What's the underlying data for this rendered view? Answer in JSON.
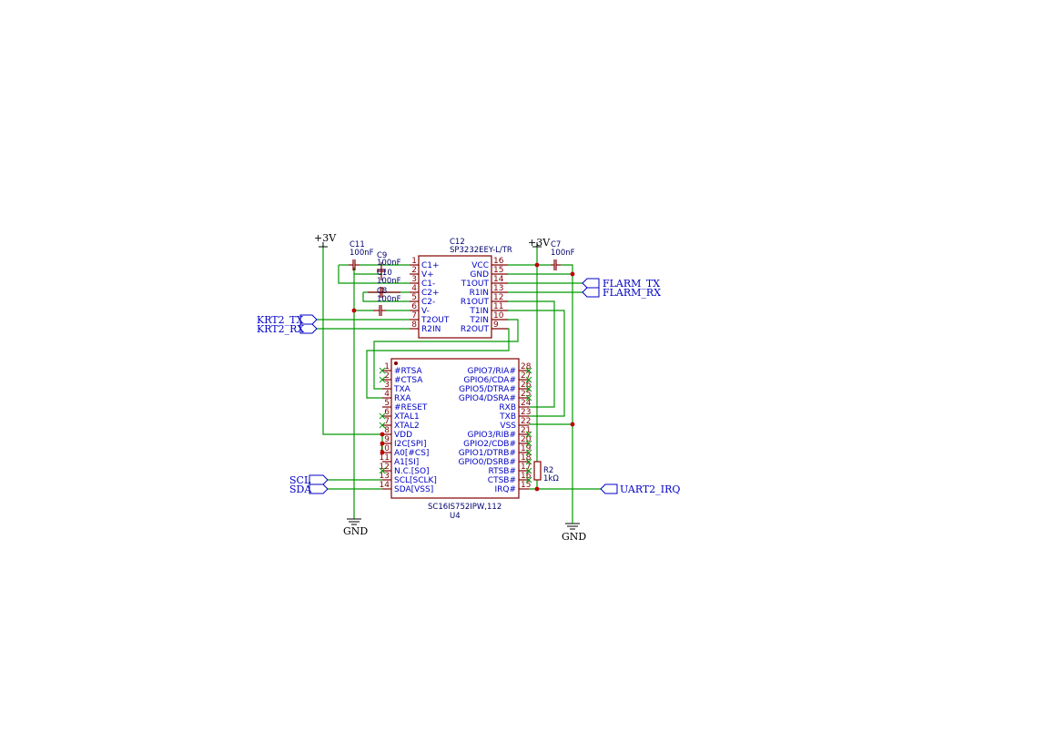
{
  "power": {
    "vcc": "+3V",
    "gnd": "GND"
  },
  "global_labels": {
    "flarm_tx": "FLARM_TX",
    "flarm_rx": "FLARM_RX",
    "krt2_tx": "KRT2_TX",
    "krt2_rx": "KRT2_RX",
    "scl": "SCL",
    "sda": "SDA",
    "uart2_irq": "UART2_IRQ"
  },
  "components": {
    "c11": {
      "ref": "C11",
      "value": "100nF"
    },
    "c9": {
      "ref": "C9",
      "value": "100nF"
    },
    "c10": {
      "ref": "C10",
      "value": "100nF"
    },
    "c8": {
      "ref": "C8",
      "value": "100nF"
    },
    "c7": {
      "ref": "C7",
      "value": "100nF"
    },
    "r2": {
      "ref": "R2",
      "value": "1kΩ"
    }
  },
  "c12": {
    "ref": "C12",
    "value": "SP3232EEY-L/TR",
    "left_pins": [
      {
        "num": "1",
        "name": "C1+"
      },
      {
        "num": "2",
        "name": "V+"
      },
      {
        "num": "3",
        "name": "C1-"
      },
      {
        "num": "4",
        "name": "C2+"
      },
      {
        "num": "5",
        "name": "C2-"
      },
      {
        "num": "6",
        "name": "V-"
      },
      {
        "num": "7",
        "name": "T2OUT"
      },
      {
        "num": "8",
        "name": "R2IN"
      }
    ],
    "right_pins": [
      {
        "num": "16",
        "name": "VCC"
      },
      {
        "num": "15",
        "name": "GND"
      },
      {
        "num": "14",
        "name": "T1OUT"
      },
      {
        "num": "13",
        "name": "R1IN"
      },
      {
        "num": "12",
        "name": "R1OUT"
      },
      {
        "num": "11",
        "name": "T1IN"
      },
      {
        "num": "10",
        "name": "T2IN"
      },
      {
        "num": "9",
        "name": "R2OUT"
      }
    ]
  },
  "u4": {
    "ref": "U4",
    "value": "SC16IS752IPW,112",
    "left_pins": [
      {
        "num": "1",
        "name": "#RTSA"
      },
      {
        "num": "2",
        "name": "#CTSA"
      },
      {
        "num": "3",
        "name": "TXA"
      },
      {
        "num": "4",
        "name": "RXA"
      },
      {
        "num": "5",
        "name": "#RESET"
      },
      {
        "num": "6",
        "name": "XTAL1"
      },
      {
        "num": "7",
        "name": "XTAL2"
      },
      {
        "num": "8",
        "name": "VDD"
      },
      {
        "num": "9",
        "name": "I2C[SPI]"
      },
      {
        "num": "10",
        "name": "A0[#CS]"
      },
      {
        "num": "11",
        "name": "A1[SI]"
      },
      {
        "num": "12",
        "name": "N.C.[SO]"
      },
      {
        "num": "13",
        "name": "SCL[SCLK]"
      },
      {
        "num": "14",
        "name": "SDA[VSS]"
      }
    ],
    "right_pins": [
      {
        "num": "28",
        "name": "GPIO7/RIA#"
      },
      {
        "num": "27",
        "name": "GPIO6/CDA#"
      },
      {
        "num": "26",
        "name": "GPIO5/DTRA#"
      },
      {
        "num": "25",
        "name": "GPIO4/DSRA#"
      },
      {
        "num": "24",
        "name": "RXB"
      },
      {
        "num": "23",
        "name": "TXB"
      },
      {
        "num": "22",
        "name": "VSS"
      },
      {
        "num": "21",
        "name": "GPIO3/RIB#"
      },
      {
        "num": "20",
        "name": "GPIO2/CDB#"
      },
      {
        "num": "19",
        "name": "GPIO1/DTRB#"
      },
      {
        "num": "18",
        "name": "GPIO0/DSRB#"
      },
      {
        "num": "17",
        "name": "RTSB#"
      },
      {
        "num": "16",
        "name": "CTSB#"
      },
      {
        "num": "15",
        "name": "IRQ#"
      }
    ]
  }
}
